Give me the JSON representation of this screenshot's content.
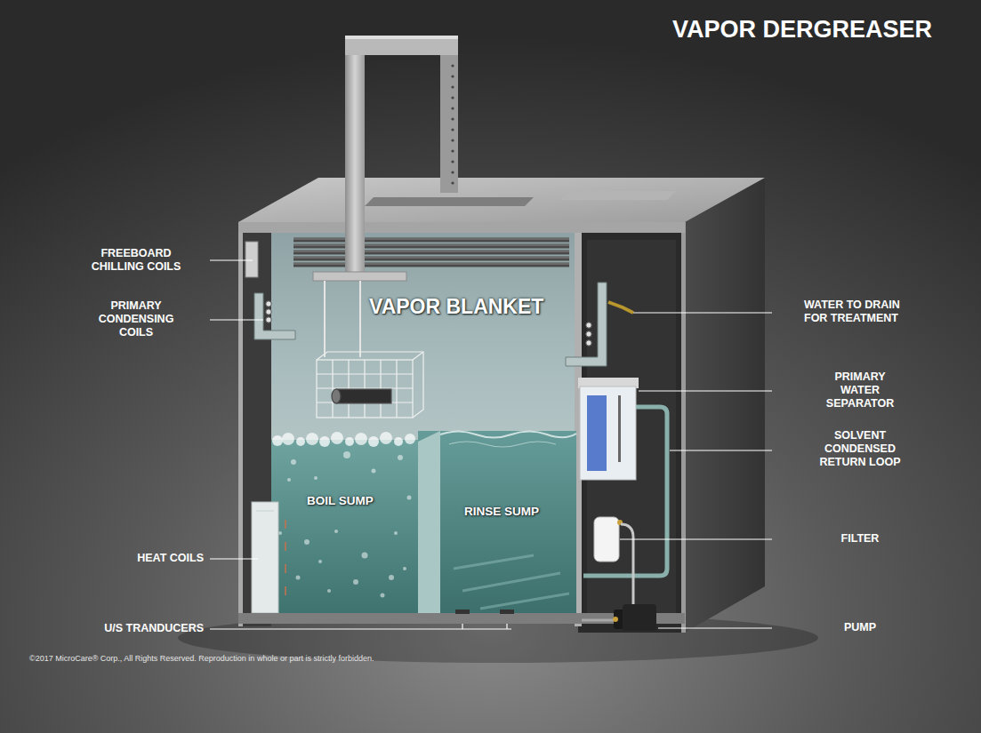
{
  "diagram": {
    "title": "VAPOR DERGREASER",
    "labels": [
      "FREEBOARD CHILLING COILS",
      "PRIMARY CONDENSING COILS",
      "VAPOR BLANKET",
      "WATER TO DRAIN FOR TREATMENT",
      "PRIMARY WATER SEPARATOR",
      "SOLVENT CONDENSED RETURN LOOP",
      "BOIL SUMP",
      "RINSE SUMP",
      "FILTER",
      "HEAT COILS",
      "U/S TRANDUCERS",
      "PUMP",
      "©2017 MicroCare® Corp., All Rights Reserved. Reproduction in whole or part is strictly forbidden."
    ]
  }
}
